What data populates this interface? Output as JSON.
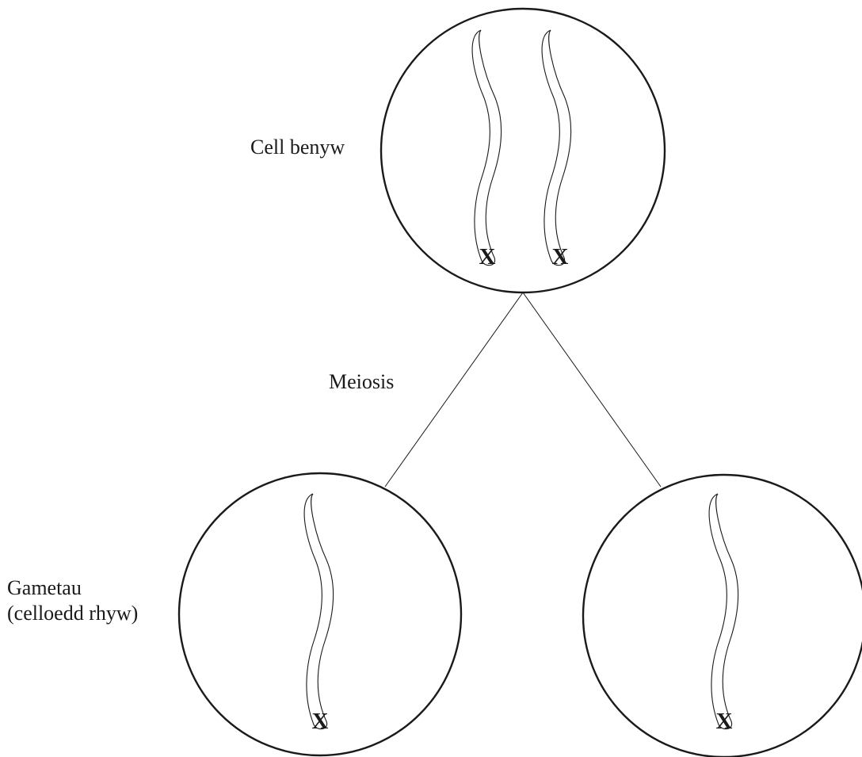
{
  "labels": {
    "parent_cell": "Cell benyw",
    "process": "Meiosis",
    "gametes_line1": "Gametau",
    "gametes_line2": "(celloedd rhyw)"
  },
  "parent_cell": {
    "chromosomes": [
      "X",
      "X"
    ]
  },
  "gametes": [
    {
      "chromosomes": [
        "X"
      ]
    },
    {
      "chromosomes": [
        "X"
      ]
    }
  ]
}
